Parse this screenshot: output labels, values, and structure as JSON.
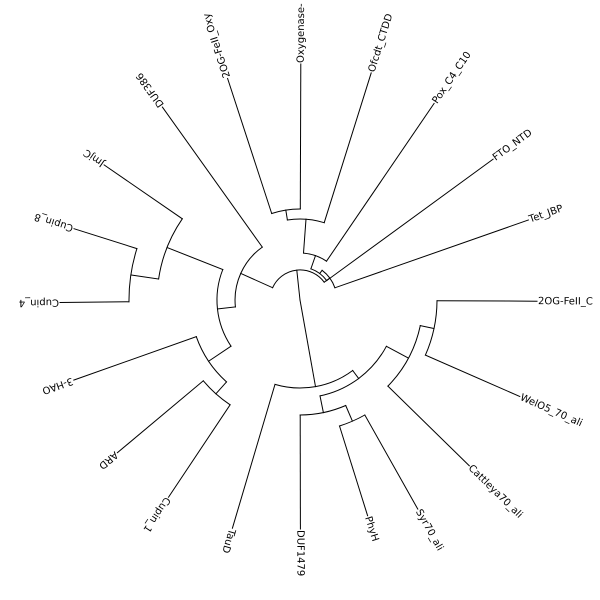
{
  "tree": {
    "leaves": [
      {
        "id": "twoog_feii_c",
        "label": "2OG-FeII_C"
      },
      {
        "id": "welo5",
        "label": "WelO5_70_ali"
      },
      {
        "id": "cattleya",
        "label": "Cattleya70_ali"
      },
      {
        "id": "syr70",
        "label": "Syr70_ali"
      },
      {
        "id": "phyh",
        "label": "PhyH"
      },
      {
        "id": "duf1479",
        "label": "DUF1479"
      },
      {
        "id": "taud",
        "label": "TauD"
      },
      {
        "id": "cupin1",
        "label": "Cupin_1"
      },
      {
        "id": "ard",
        "label": "ARD"
      },
      {
        "id": "hao3",
        "label": "3-HAO"
      },
      {
        "id": "cupin4",
        "label": "Cupin_4"
      },
      {
        "id": "cupin8",
        "label": "Cupin_8"
      },
      {
        "id": "jmjc",
        "label": "JmjC"
      },
      {
        "id": "duf386",
        "label": "DUF386"
      },
      {
        "id": "twoog_feii_oxy",
        "label": "2OG-FeII_Oxy"
      },
      {
        "id": "oxygenase",
        "label": "Oxygenase-"
      },
      {
        "id": "ofcdt",
        "label": "Ofcdt_CTDD"
      },
      {
        "id": "pox",
        "label": "Pox_C4_C10"
      },
      {
        "id": "fto",
        "label": "FTO_NTD"
      },
      {
        "id": "tet",
        "label": "Tet_JBP"
      }
    ]
  }
}
